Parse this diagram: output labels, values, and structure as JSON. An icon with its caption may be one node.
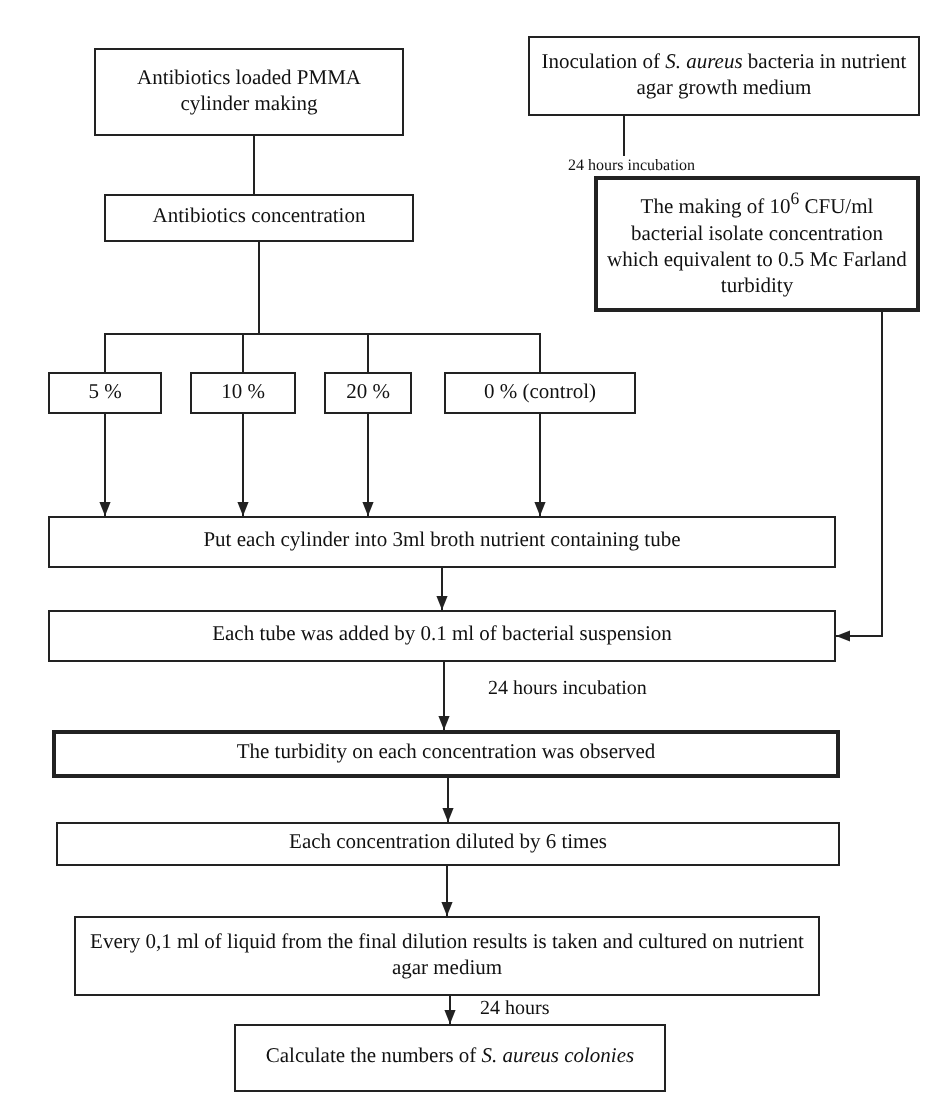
{
  "diagram": {
    "nodes": [
      {
        "text": [
          "Antibiotics loaded PMMA cylinder making"
        ]
      },
      {
        "text": [
          "Antibiotics concentration"
        ]
      },
      {
        "text": [
          "5 %"
        ]
      },
      {
        "text": [
          "10 %"
        ]
      },
      {
        "text": [
          "20 %"
        ]
      },
      {
        "text": [
          "0 % (control)"
        ]
      },
      {
        "text": [
          "Inoculation of *S. aureus* bacteria in nutrient agar growth medium"
        ]
      },
      {
        "text": [
          "The making of 10$^{6}$ CFU/ml bacterial isolate concentration which equivalent to 0.5 Mc Farland turbidity"
        ]
      },
      {
        "text": [
          "Put each cylinder into 3ml broth nutrient containing tube"
        ]
      },
      {
        "text": [
          "Each tube was added by 0.1 ml of bacterial suspension"
        ]
      },
      {
        "text": [
          "The turbidity on each concentration was observed"
        ]
      },
      {
        "text": [
          "Each concentration diluted by 6 times"
        ]
      },
      {
        "text": [
          "Every 0,1 ml of liquid from the final dilution results is taken and cultured on nutrient agar medium"
        ]
      },
      {
        "text": [
          "Calculate the numbers of *S. aureus colonies*"
        ]
      }
    ],
    "edges": [
      {
        "from": 0,
        "to": 1,
        "arrow": "none"
      },
      {
        "from": 1,
        "to": 2,
        "arrow": "none"
      },
      {
        "from": 1,
        "to": 3,
        "arrow": "none"
      },
      {
        "from": 1,
        "to": 4,
        "arrow": "none"
      },
      {
        "from": 1,
        "to": 5,
        "arrow": "none"
      },
      {
        "from": 2,
        "to": 8,
        "arrow": "to"
      },
      {
        "from": 3,
        "to": 8,
        "arrow": "to"
      },
      {
        "from": 4,
        "to": 8,
        "arrow": "to"
      },
      {
        "from": 5,
        "to": 8,
        "arrow": "to"
      },
      {
        "from": 6,
        "to": 7,
        "arrow": "to",
        "label": "24 hours incubation"
      },
      {
        "from": 7,
        "to": 9,
        "arrow": "to"
      },
      {
        "from": 8,
        "to": 9,
        "arrow": "to"
      },
      {
        "from": 9,
        "to": 10,
        "arrow": "to",
        "label": "24 hours incubation"
      },
      {
        "from": 10,
        "to": 11,
        "arrow": "to"
      },
      {
        "from": 11,
        "to": 12,
        "arrow": "to"
      },
      {
        "from": 12,
        "to": 13,
        "arrow": "to",
        "label": "24 hours"
      }
    ]
  }
}
